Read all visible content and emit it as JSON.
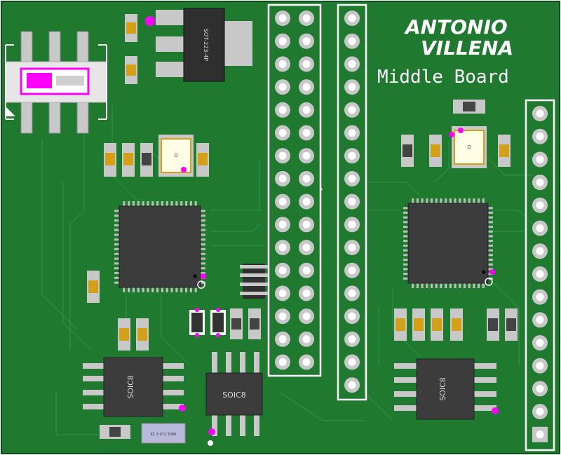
{
  "board": {
    "brand_line1": "ANTONIO",
    "brand_line2": "VILLENA",
    "name": "Middle Board",
    "colors": {
      "board": "#1f7a30",
      "copper": "#2d8a3e",
      "pad": "#c8c8c8",
      "silkscreen": "#ffffff",
      "marker": "#ff00ff",
      "chip": "#3c3c3c",
      "cap": "#d4a017"
    }
  },
  "components": {
    "regulator_label": "SOT-223-4P",
    "soic_label": "SOIC8",
    "crystal_label": "KC 3.072 3006"
  },
  "headers": {
    "dual_rows": 16,
    "single_a_pins": 17,
    "single_b_pins": 15
  }
}
